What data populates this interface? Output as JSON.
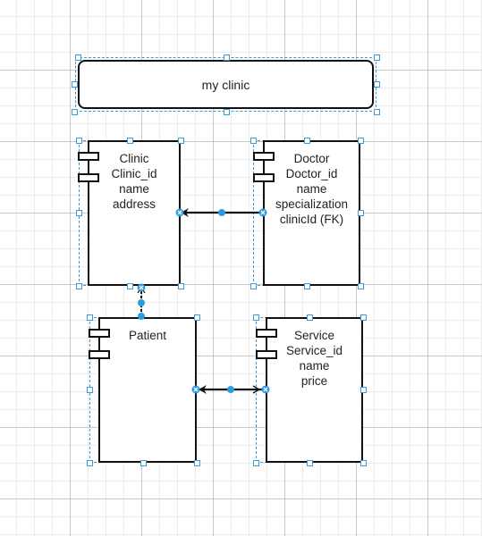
{
  "diagram": {
    "title_box": {
      "label": "my clinic"
    },
    "components": [
      {
        "id": "clinic",
        "lines": [
          "Clinic",
          "Clinic_id",
          "name",
          "address"
        ]
      },
      {
        "id": "doctor",
        "lines": [
          "Doctor",
          "Doctor_id",
          "name",
          "specialization",
          "clinicId (FK)"
        ]
      },
      {
        "id": "patient",
        "lines": [
          "Patient"
        ]
      },
      {
        "id": "service",
        "lines": [
          "Service",
          "Service_id",
          "name",
          "price"
        ]
      }
    ],
    "colors": {
      "border": "#111111",
      "selection": "#3a9bd8",
      "grid": "#c6c6c6"
    }
  }
}
